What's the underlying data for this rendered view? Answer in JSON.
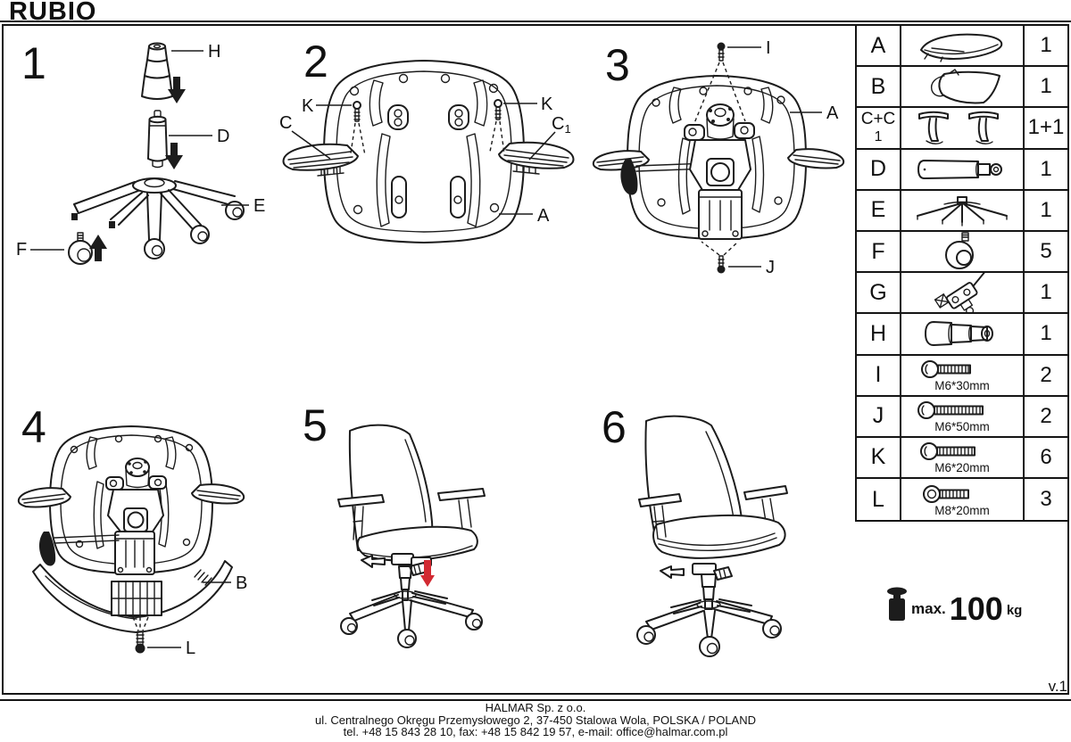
{
  "title": "RUBIO",
  "version": "v.1",
  "steps": {
    "s1": {
      "number": "1",
      "labels": {
        "h": "H",
        "d": "D",
        "e": "E",
        "f": "F"
      }
    },
    "s2": {
      "number": "2",
      "labels": {
        "k_left": "K",
        "c": "C",
        "k_right": "K",
        "c1_main": "C",
        "c1_sub": "1",
        "a": "A"
      }
    },
    "s3": {
      "number": "3",
      "labels": {
        "i": "I",
        "a": "A",
        "j": "J"
      }
    },
    "s4": {
      "number": "4",
      "labels": {
        "b": "B",
        "l": "L"
      }
    },
    "s5": {
      "number": "5"
    },
    "s6": {
      "number": "6"
    }
  },
  "parts_table": {
    "rows": [
      {
        "id": "A",
        "qty": "1",
        "icon": "seat-icon"
      },
      {
        "id": "B",
        "qty": "1",
        "icon": "backrest-icon"
      },
      {
        "id": "C+C",
        "id_sub": "1",
        "qty": "1+1",
        "icon": "armrests-icon"
      },
      {
        "id": "D",
        "qty": "1",
        "icon": "gas-lift-icon"
      },
      {
        "id": "E",
        "qty": "1",
        "icon": "base-icon"
      },
      {
        "id": "F",
        "qty": "5",
        "icon": "caster-icon"
      },
      {
        "id": "G",
        "qty": "1",
        "icon": "mechanism-icon"
      },
      {
        "id": "H",
        "qty": "1",
        "icon": "telescopic-cover-icon"
      },
      {
        "id": "I",
        "size": "M6*30mm",
        "qty": "2",
        "icon": "screw-icon"
      },
      {
        "id": "J",
        "size": "M6*50mm",
        "qty": "2",
        "icon": "screw-icon"
      },
      {
        "id": "K",
        "size": "M6*20mm",
        "qty": "6",
        "icon": "screw-icon"
      },
      {
        "id": "L",
        "size": "M8*20mm",
        "qty": "3",
        "icon": "screw-icon"
      }
    ]
  },
  "weight_limit": {
    "prefix": "max.",
    "value": "100",
    "unit": "kg"
  },
  "footer": {
    "company": "HALMAR Sp. z o.o.",
    "address": "ul. Centralnego Okręgu Przemysłowego 2, 37-450 Stalowa Wola, POLSKA / POLAND",
    "contact": "tel. +48 15 843 28 10, fax: +48 15 842 19 57, e-mail: office@halmar.com.pl"
  },
  "colors": {
    "ink": "#1c1c1c",
    "accent_arrow": "#d22a32",
    "background": "#ffffff"
  }
}
